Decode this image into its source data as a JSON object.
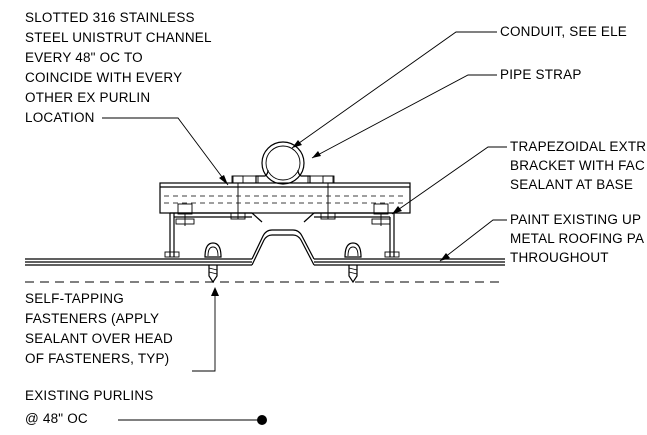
{
  "notes": {
    "unistrut": [
      "SLOTTED 316 STAINLESS",
      "STEEL UNISTRUT CHANNEL",
      "EVERY 48\" OC TO",
      "COINCIDE WITH EVERY",
      "OTHER EX PURLIN",
      "LOCATION"
    ],
    "conduit": [
      "CONDUIT, SEE ELE"
    ],
    "pipe_strap": [
      "PIPE STRAP"
    ],
    "bracket": [
      "TRAPEZOIDAL EXTR",
      "BRACKET WITH FAC",
      "SEALANT AT BASE"
    ],
    "paint": [
      "PAINT EXISTING UP",
      "METAL ROOFING PA",
      "THROUGHOUT"
    ],
    "fasteners": [
      "SELF-TAPPING",
      "FASTENERS (APPLY",
      "SEALANT OVER HEAD",
      "OF FASTENERS, TYP)"
    ],
    "purlins": [
      "EXISTING PURLINS",
      "@ 48\" OC"
    ]
  },
  "colors": {
    "ink": "#000000",
    "paper": "#ffffff"
  }
}
